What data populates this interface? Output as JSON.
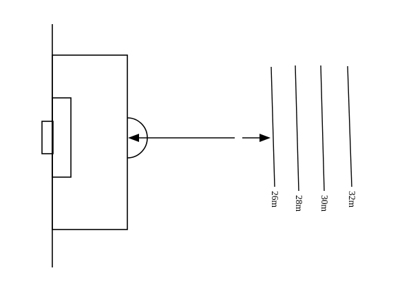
{
  "figure": {
    "kind": "diagram",
    "subject": "soccer-penalty-area-kick-distance-figure",
    "colors": {
      "line": "#000000",
      "background": "#ffffff"
    },
    "field": {
      "goal_line": "goal-line",
      "penalty_box": "penalty-box",
      "goal_area": "goal-area",
      "goal": "goal",
      "penalty_arc": "penalty-arc"
    },
    "arrow": {
      "style": "double-headed-horizontal-with-gap"
    },
    "distance_markers": [
      {
        "label": "26m",
        "value_m": 26
      },
      {
        "label": "28m",
        "value_m": 28
      },
      {
        "label": "30m",
        "value_m": 30
      },
      {
        "label": "32m",
        "value_m": 32
      }
    ]
  }
}
